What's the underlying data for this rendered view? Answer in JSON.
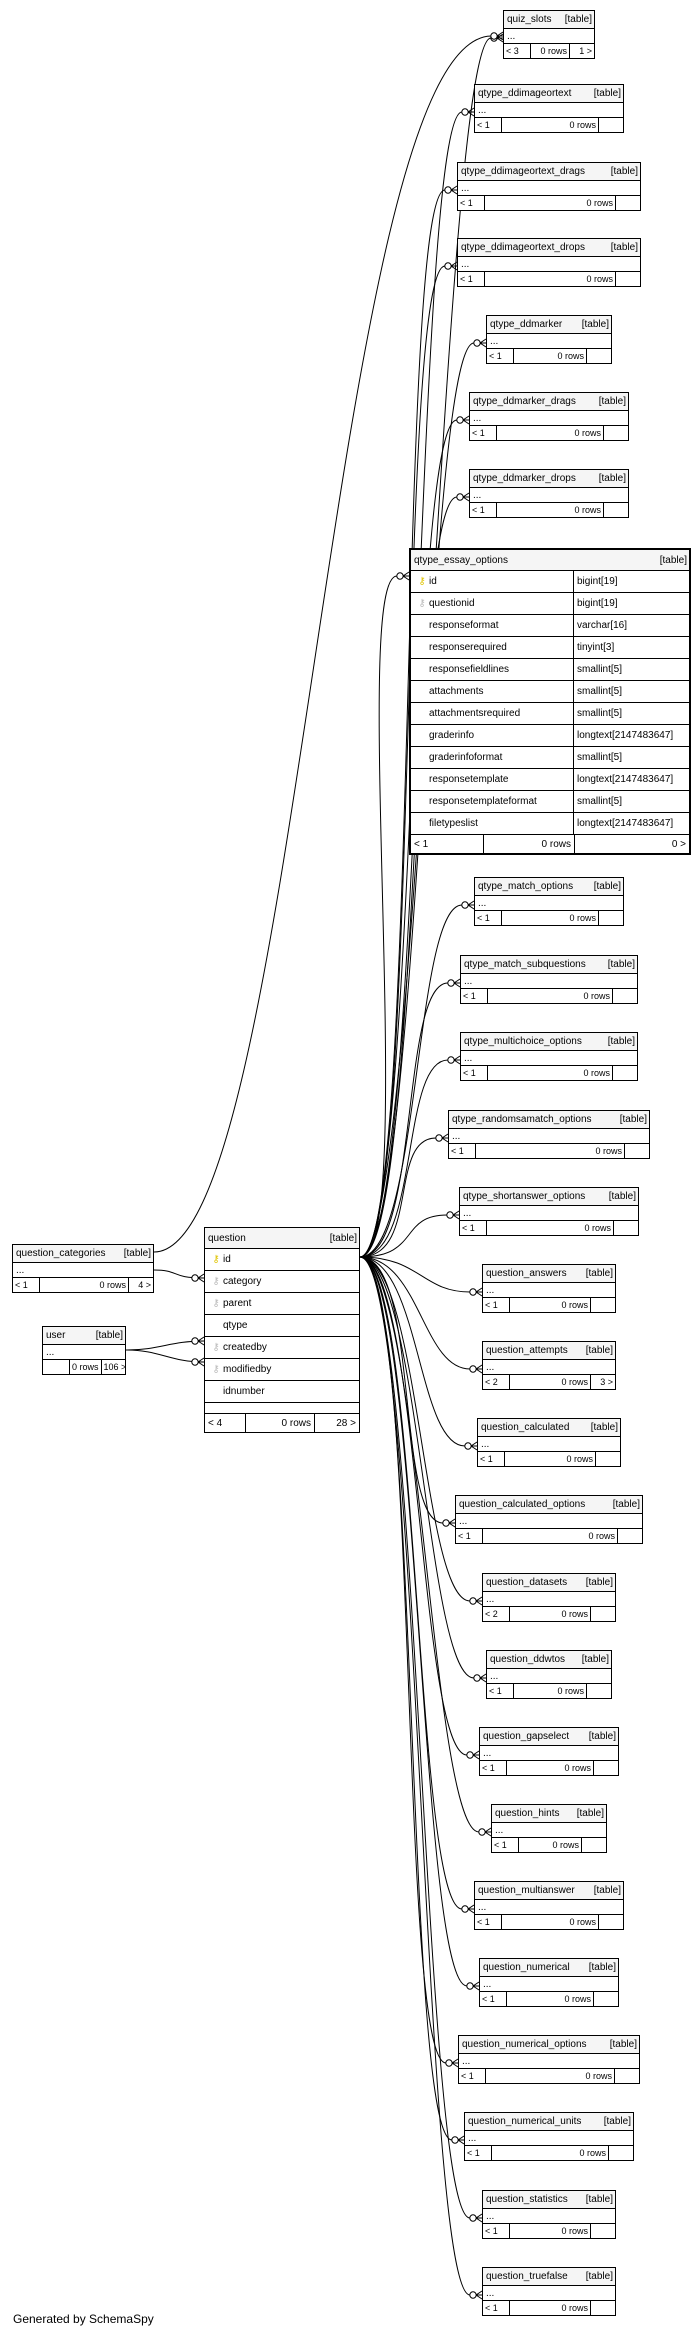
{
  "diagram": {
    "table_tag": "[table]",
    "ellipsis": "...",
    "footer_note": "Generated by SchemaSpy"
  },
  "tables": {
    "quiz_slots": {
      "name": "quiz_slots",
      "parents": "< 3",
      "rows": "0 rows",
      "children": "1 >"
    },
    "qtype_ddimageortext": {
      "name": "qtype_ddimageortext",
      "parents": "< 1",
      "rows": "0 rows",
      "children": ""
    },
    "qtype_ddimageortext_drags": {
      "name": "qtype_ddimageortext_drags",
      "parents": "< 1",
      "rows": "0 rows",
      "children": ""
    },
    "qtype_ddimageortext_drops": {
      "name": "qtype_ddimageortext_drops",
      "parents": "< 1",
      "rows": "0 rows",
      "children": ""
    },
    "qtype_ddmarker": {
      "name": "qtype_ddmarker",
      "parents": "< 1",
      "rows": "0 rows",
      "children": ""
    },
    "qtype_ddmarker_drags": {
      "name": "qtype_ddmarker_drags",
      "parents": "< 1",
      "rows": "0 rows",
      "children": ""
    },
    "qtype_ddmarker_drops": {
      "name": "qtype_ddmarker_drops",
      "parents": "< 1",
      "rows": "0 rows",
      "children": ""
    },
    "qtype_match_options": {
      "name": "qtype_match_options",
      "parents": "< 1",
      "rows": "0 rows",
      "children": ""
    },
    "qtype_match_subquestions": {
      "name": "qtype_match_subquestions",
      "parents": "< 1",
      "rows": "0 rows",
      "children": ""
    },
    "qtype_multichoice_options": {
      "name": "qtype_multichoice_options",
      "parents": "< 1",
      "rows": "0 rows",
      "children": ""
    },
    "qtype_randomsamatch_options": {
      "name": "qtype_randomsamatch_options",
      "parents": "< 1",
      "rows": "0 rows",
      "children": ""
    },
    "qtype_shortanswer_options": {
      "name": "qtype_shortanswer_options",
      "parents": "< 1",
      "rows": "0 rows",
      "children": ""
    },
    "question_answers": {
      "name": "question_answers",
      "parents": "< 1",
      "rows": "0 rows",
      "children": ""
    },
    "question_attempts": {
      "name": "question_attempts",
      "parents": "< 2",
      "rows": "0 rows",
      "children": "3 >"
    },
    "question_calculated": {
      "name": "question_calculated",
      "parents": "< 1",
      "rows": "0 rows",
      "children": ""
    },
    "question_calculated_options": {
      "name": "question_calculated_options",
      "parents": "< 1",
      "rows": "0 rows",
      "children": ""
    },
    "question_datasets": {
      "name": "question_datasets",
      "parents": "< 2",
      "rows": "0 rows",
      "children": ""
    },
    "question_ddwtos": {
      "name": "question_ddwtos",
      "parents": "< 1",
      "rows": "0 rows",
      "children": ""
    },
    "question_gapselect": {
      "name": "question_gapselect",
      "parents": "< 1",
      "rows": "0 rows",
      "children": ""
    },
    "question_hints": {
      "name": "question_hints",
      "parents": "< 1",
      "rows": "0 rows",
      "children": ""
    },
    "question_multianswer": {
      "name": "question_multianswer",
      "parents": "< 1",
      "rows": "0 rows",
      "children": ""
    },
    "question_numerical": {
      "name": "question_numerical",
      "parents": "< 1",
      "rows": "0 rows",
      "children": ""
    },
    "question_numerical_options": {
      "name": "question_numerical_options",
      "parents": "< 1",
      "rows": "0 rows",
      "children": ""
    },
    "question_numerical_units": {
      "name": "question_numerical_units",
      "parents": "< 1",
      "rows": "0 rows",
      "children": ""
    },
    "question_statistics": {
      "name": "question_statistics",
      "parents": "< 1",
      "rows": "0 rows",
      "children": ""
    },
    "question_truefalse": {
      "name": "question_truefalse",
      "parents": "< 1",
      "rows": "0 rows",
      "children": ""
    },
    "question_categories": {
      "name": "question_categories",
      "parents": "< 1",
      "rows": "0 rows",
      "children": "4 >"
    },
    "user": {
      "name": "user",
      "parents": "",
      "rows": "0 rows",
      "children": "106 >"
    }
  },
  "question": {
    "name": "question",
    "columns": [
      "id",
      "category",
      "parent",
      "qtype",
      "createdby",
      "modifiedby",
      "idnumber"
    ],
    "parents": "< 4",
    "rows": "0 rows",
    "children": "28 >"
  },
  "essay": {
    "name": "qtype_essay_options",
    "columns": [
      {
        "name": "id",
        "type": "bigint[19]"
      },
      {
        "name": "questionid",
        "type": "bigint[19]"
      },
      {
        "name": "responseformat",
        "type": "varchar[16]"
      },
      {
        "name": "responserequired",
        "type": "tinyint[3]"
      },
      {
        "name": "responsefieldlines",
        "type": "smallint[5]"
      },
      {
        "name": "attachments",
        "type": "smallint[5]"
      },
      {
        "name": "attachmentsrequired",
        "type": "smallint[5]"
      },
      {
        "name": "graderinfo",
        "type": "longtext[2147483647]"
      },
      {
        "name": "graderinfoformat",
        "type": "smallint[5]"
      },
      {
        "name": "responsetemplate",
        "type": "longtext[2147483647]"
      },
      {
        "name": "responsetemplateformat",
        "type": "smallint[5]"
      },
      {
        "name": "filetypeslist",
        "type": "longtext[2147483647]"
      }
    ],
    "parents": "< 1",
    "rows": "0 rows",
    "children": "0 >"
  },
  "icons": {
    "primary_key": "key-icon",
    "foreign_key": "foreign-key-icon"
  }
}
